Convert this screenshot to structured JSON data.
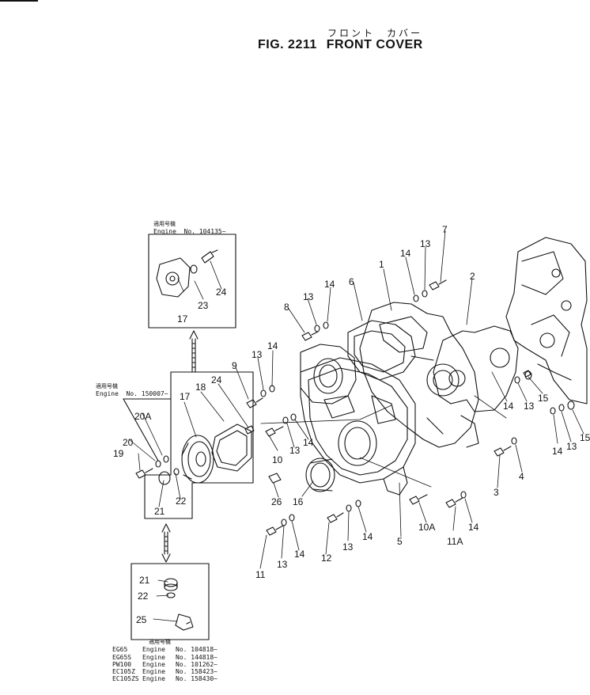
{
  "header": {
    "title_jp": "フロント　カバー",
    "fig_label": "FIG. 2211",
    "title_en": "FRONT COVER"
  },
  "notes": {
    "top_box": {
      "heading": "適用号機",
      "engine": "Engine  No. 104135~"
    },
    "mid_box": {
      "heading": "適用号機",
      "engine": "Engine  No. 150007~"
    },
    "bottom_table": {
      "heading": "適用号機",
      "rows": [
        {
          "model": "EG65",
          "label": "Engine",
          "serial": "No. 104818~"
        },
        {
          "model": "EG65S",
          "label": "Engine",
          "serial": "No. 144818~"
        },
        {
          "model": "PW100",
          "label": "Engine",
          "serial": "No. 101262~"
        },
        {
          "model": "EC105Z",
          "label": "Engine",
          "serial": "No. 158423~"
        },
        {
          "model": "EC105ZS",
          "label": "Engine",
          "serial": "No. 158430~"
        }
      ]
    }
  },
  "callouts": [
    "1",
    "2",
    "3",
    "4",
    "5",
    "6",
    "7",
    "8",
    "9",
    "10",
    "10A",
    "11",
    "11A",
    "12",
    "13",
    "13",
    "13",
    "13",
    "13",
    "13",
    "13",
    "13",
    "14",
    "14",
    "14",
    "14",
    "14",
    "14",
    "14",
    "14",
    "14",
    "15",
    "15",
    "16",
    "17",
    "17",
    "18",
    "19",
    "20",
    "20A",
    "21",
    "21",
    "22",
    "22",
    "23",
    "24",
    "24",
    "25",
    "26"
  ],
  "colors": {
    "ink": "#111111",
    "paper": "#ffffff"
  }
}
